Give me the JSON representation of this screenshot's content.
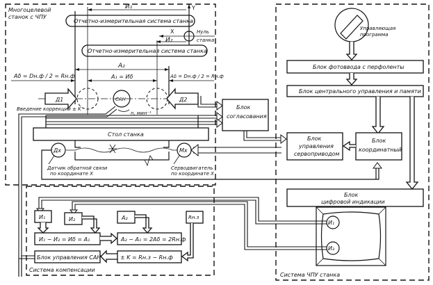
{
  "machine": {
    "title_line1": "Многоцелевой",
    "title_line2": "станок с ЧПУ",
    "measuring_system_1": "Отчетно-измерительная система станка",
    "measuring_system_2": "Отчетно-измерительная система станка",
    "label_I1": "И₁",
    "label_I2": "И₂",
    "axis_x": "X",
    "axis_y": "Y",
    "zero_line1": "Нуль",
    "zero_line2": "станка",
    "label_A2": "A₂",
    "label_A1": "A₁ = Иδ",
    "label_Ad_left": "Aδ = Dн.ф / 2 = Rн.ф",
    "label_Ad_right": "Aδ = Dн.ф / 2 = Rн.ф",
    "sensor_d1": "Д1",
    "sensor_d2": "Д2",
    "san": "САН",
    "correction": "Введение коррекции ± K",
    "speed": "n, мин⁻¹",
    "table": "Стол станка",
    "feedback_sensor": "Дх",
    "servo_motor": "Мх",
    "feedback_caption_1": "Датчик обратной связи",
    "feedback_caption_2": "по координате X",
    "servo_caption_1": "Серводвигатель",
    "servo_caption_2": "по координате X"
  },
  "middle": {
    "matching_block_1": "Блок",
    "matching_block_2": "согласования"
  },
  "cnc": {
    "title": "Система ЧПУ станка",
    "program_1": "Управляющая",
    "program_2": "программа",
    "photo_input": "Блок фотоввода с перфоленты",
    "central_control": "Блок центрального управления и памяти",
    "servo_control_1": "Блок",
    "servo_control_2": "управления",
    "servo_control_3": "сервоприводом",
    "coordinate_1": "Блок",
    "coordinate_2": "координатный",
    "indication_1": "Блок",
    "indication_2": "цифровой индикации",
    "display_I1": "И₁",
    "display_I2": "И₂"
  },
  "compensation": {
    "title": "Система компенсации",
    "box_I1": "И₁",
    "box_I2": "И₂",
    "box_A2": "A₂",
    "box_R": "Rн.з",
    "formula_1": "И₁ − И₂ = Иδ = A₁",
    "formula_2": "A₂ − A₁ = 2Aδ = 2Rн.ф",
    "formula_3": "± K = Rн.з − Rн.ф",
    "san_control": "Блок управления САН"
  }
}
